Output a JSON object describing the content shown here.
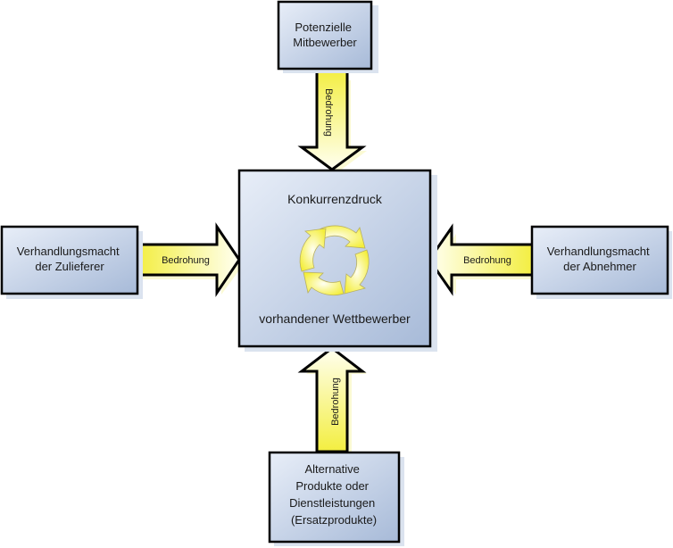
{
  "diagram": {
    "title": "Five Forces",
    "colors": {
      "box_light": "#e4ebf6",
      "box_dark": "#a9bcd9",
      "arrow_yellow": "#f7f25a",
      "arrow_light": "#ffffee",
      "outline": "#000000",
      "shadow": "#dbe3ef"
    },
    "center": {
      "line1": "Konkurrenzdruck",
      "line2": "vorhandener Wettbewerber",
      "icon": "cycle-arrows-icon"
    },
    "top": {
      "lines": [
        "Potenzielle",
        "Mitbewerber"
      ]
    },
    "left": {
      "lines": [
        "Verhandlungsmacht",
        "der Zulieferer"
      ]
    },
    "right": {
      "lines": [
        "Verhandlungsmacht",
        "der Abnehmer"
      ]
    },
    "bottom": {
      "lines": [
        "Alternative",
        "Produkte oder",
        "Dienstleistungen",
        "(Ersatzprodukte)"
      ]
    },
    "arrows": {
      "top_label": "Bedrohung",
      "left_label": "Bedrohung",
      "right_label": "Bedrohung",
      "bottom_label": "Bedrohung"
    }
  }
}
